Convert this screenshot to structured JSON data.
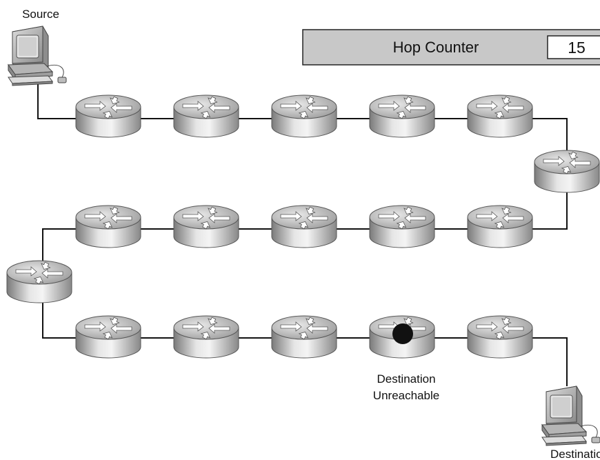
{
  "labels": {
    "source": "Source",
    "destination": "Destination",
    "unreachable_line1": "Destination",
    "unreachable_line2": "Unreachable"
  },
  "hop_counter": {
    "label": "Hop Counter",
    "value": "15"
  },
  "routers": [
    {
      "id": "r1"
    },
    {
      "id": "r2"
    },
    {
      "id": "r3"
    },
    {
      "id": "r4"
    },
    {
      "id": "r5"
    },
    {
      "id": "r6"
    },
    {
      "id": "r7"
    },
    {
      "id": "r8"
    },
    {
      "id": "r9"
    },
    {
      "id": "r10"
    },
    {
      "id": "r11"
    },
    {
      "id": "r12"
    },
    {
      "id": "r13"
    },
    {
      "id": "r14"
    },
    {
      "id": "r15"
    },
    {
      "id": "r16",
      "dropped": true
    },
    {
      "id": "r17"
    }
  ],
  "colors": {
    "router_light": "#f2f2f2",
    "router_mid": "#a9a9a9",
    "router_dark": "#6e6e6e",
    "hop_counter_bg": "#c8c8c8",
    "drop_marker": "#111111"
  }
}
